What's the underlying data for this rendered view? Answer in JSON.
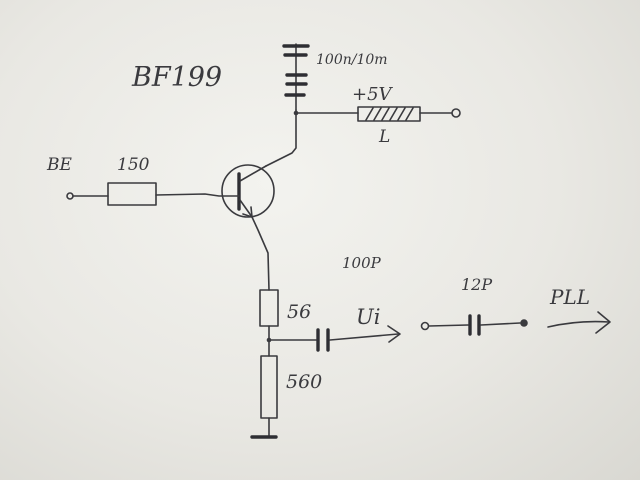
{
  "transistor_label": "BF199",
  "supply_caps_label": "100n/10m",
  "supply_voltage_label": "+5V",
  "inductor_label": "L",
  "input_label": "BE",
  "base_resistor_label": "150",
  "coupling_cap_label": "100P",
  "emitter_resistor_label": "56",
  "output_label": "Ui",
  "bottom_resistor_label": "560",
  "pll_cap_label": "12P",
  "pll_label": "PLL"
}
